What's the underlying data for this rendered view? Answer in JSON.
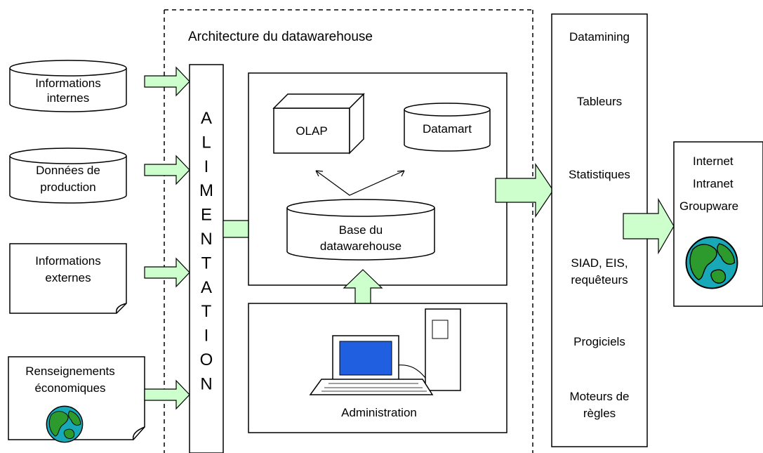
{
  "architecture_title": "Architecture du datawarehouse",
  "sources": [
    {
      "lines": [
        "Informations",
        "internes"
      ]
    },
    {
      "lines": [
        "Données de",
        "production"
      ]
    },
    {
      "lines": [
        "Informations",
        "externes"
      ]
    },
    {
      "lines": [
        "Renseignements",
        "économiques"
      ]
    }
  ],
  "alimentation_letters": [
    "A",
    "L",
    "I",
    "M",
    "E",
    "N",
    "T",
    "A",
    "T",
    "I",
    "O",
    "N"
  ],
  "core": {
    "olap": "OLAP",
    "datamart": "Datamart",
    "base_lines": [
      "Base du",
      "datawarehouse"
    ],
    "administration": "Administration"
  },
  "tools": [
    {
      "lines": [
        "Datamining"
      ]
    },
    {
      "lines": [
        "Tableurs"
      ]
    },
    {
      "lines": [
        "Statistiques"
      ]
    },
    {
      "lines": [
        "SIAD, EIS,",
        "requêteurs"
      ]
    },
    {
      "lines": [
        "Progiciels"
      ]
    },
    {
      "lines": [
        "Moteurs de",
        "règles"
      ]
    }
  ],
  "network": [
    "Internet",
    "Intranet",
    "Groupware"
  ],
  "colors": {
    "arrow_fill": "#ccffcc",
    "globe_ocean": "#18a8b8",
    "globe_land": "#2d9a2d",
    "monitor_screen": "#1f5fe0",
    "stroke": "#000000"
  }
}
